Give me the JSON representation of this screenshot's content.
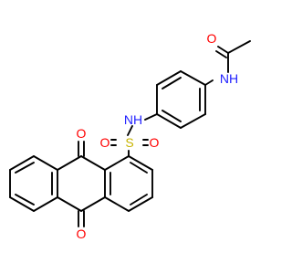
{
  "colors": {
    "carbon_bond": "#000000",
    "oxygen": "#ff0000",
    "nitrogen": "#1f1fff",
    "sulfur": "#c8b400",
    "background": "#ffffff"
  },
  "labels": {
    "o_acetyl": "O",
    "nh_amide": "NH",
    "nh_sulfonamide": "NH",
    "s": "S",
    "o_s_left": "O",
    "o_s_right": "O",
    "o_ketone_top": "O",
    "o_ketone_bottom": "O"
  }
}
